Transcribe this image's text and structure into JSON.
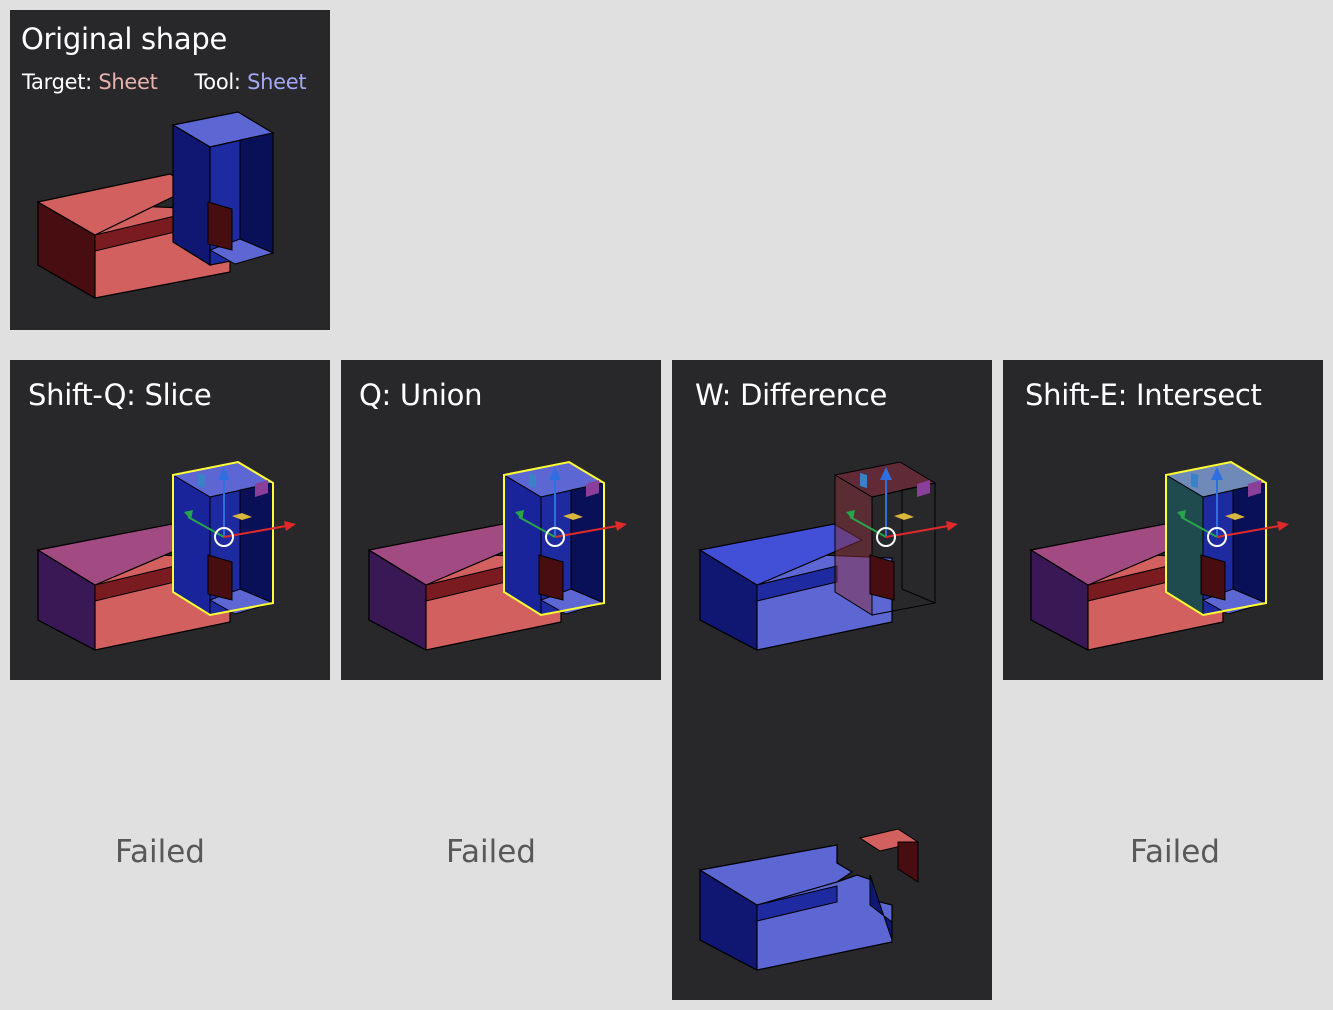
{
  "original": {
    "title": "Original shape",
    "target_label": "Target:",
    "target_value": "Sheet",
    "tool_label": "Tool:",
    "tool_value": "Sheet"
  },
  "operations": [
    {
      "id": "slice",
      "title": "Shift-Q: Slice",
      "status": "Failed"
    },
    {
      "id": "union",
      "title": "Q: Union",
      "status": "Failed"
    },
    {
      "id": "difference",
      "title": "W: Difference",
      "status": ""
    },
    {
      "id": "intersect",
      "title": "Shift-E: Intersect",
      "status": "Failed"
    }
  ],
  "colors": {
    "background": "#e0e0e0",
    "panel": "#28282b",
    "target_top": "#d2605e",
    "target_front": "#480d11",
    "tool_top": "#5c67d4",
    "tool_front": "#0f1773",
    "selection_outline": "#ffff33",
    "failed_text": "#585858"
  }
}
